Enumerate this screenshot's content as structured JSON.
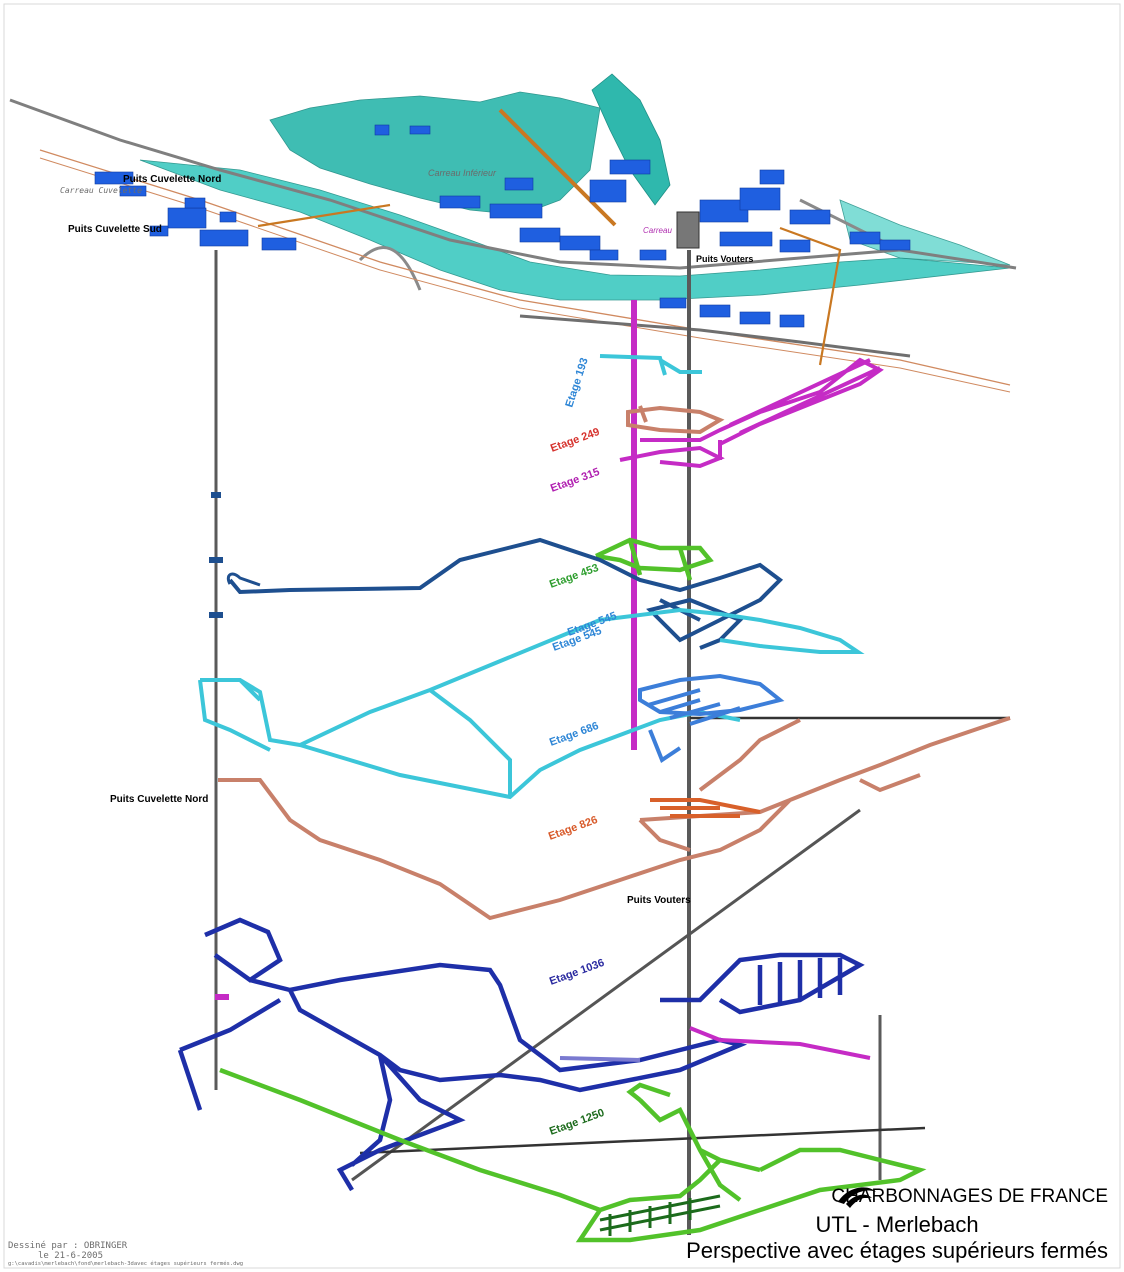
{
  "surface": {
    "labels": {
      "puits_cuvelette_nord": "Puits Cuvelette Nord",
      "puits_cuvelette_sud": "Puits Cuvelette Sud",
      "carreau_cuvelette": "Carreau Cuvelette",
      "carreau_inferieur": "Carreau Inférieur",
      "carreau": "Carreau",
      "puits_vouters": "Puits Vouters"
    },
    "colors": {
      "terrain": "#2fb8ad",
      "buildings": "#1f5fe0",
      "roads": "#8a8a8a",
      "rail": "#d08a60",
      "conveyor": "#c97822"
    }
  },
  "shaft_labels": {
    "cuvelette_nord_depth": "Puits Cuvelette Nord",
    "vouters_depth": "Puits Vouters"
  },
  "levels": [
    {
      "id": "etage-193",
      "label": "Etage 193",
      "color": "#2e86d6"
    },
    {
      "id": "etage-249",
      "label": "Etage 249",
      "color": "#d6332e"
    },
    {
      "id": "etage-315",
      "label": "Etage 315",
      "color": "#b01fb0"
    },
    {
      "id": "etage-453",
      "label": "Etage 453",
      "color": "#2e9e2e"
    },
    {
      "id": "etage-545a",
      "label": "Etage 545",
      "color": "#2e86d6"
    },
    {
      "id": "etage-545b",
      "label": "Etage 545",
      "color": "#2e86d6"
    },
    {
      "id": "etage-686",
      "label": "Etage 686",
      "color": "#2e86d6"
    },
    {
      "id": "etage-826",
      "label": "Etage 826",
      "color": "#d85a2a"
    },
    {
      "id": "etage-1036",
      "label": "Etage 1036",
      "color": "#2a2aa0"
    },
    {
      "id": "etage-1250",
      "label": "Etage 1250",
      "color": "#1c6b1c"
    }
  ],
  "level_colors": {
    "salmon": "#c8806a",
    "cyan": "#3cc6d9",
    "navy": "#1e4f8f",
    "green": "#52c22a",
    "blue": "#1e2fa8",
    "magenta": "#c52bc5",
    "shaft": "#5a5a5a"
  },
  "title_block": {
    "company": "CHARBONNAGES DE FRANCE",
    "unit": "UTL - Merlebach",
    "caption": "Perspective avec étages supérieurs fermés"
  },
  "credits": {
    "drawn_by": "Dessiné par : OBRINGER",
    "date": "le 21-6-2005",
    "path": "g:\\cavadis\\merlebach\\fond\\merlebach-3davec étages supérieurs fermés.dwg"
  }
}
